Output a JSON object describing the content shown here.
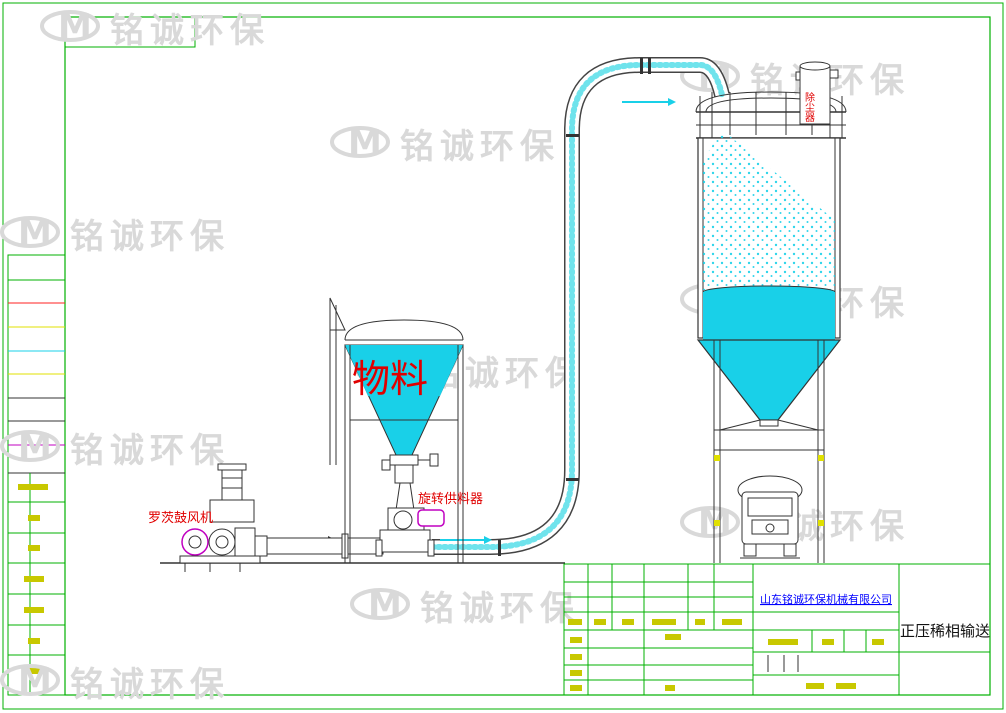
{
  "watermark": {
    "text": "铭诚环保",
    "logo_letter": "M"
  },
  "labels": {
    "material": "物料",
    "rotary_feeder": "旋转供料器",
    "roots_blower": "罗茨鼓风机",
    "dust_collector": "除尘器"
  },
  "title_block": {
    "company": "山东铭诚环保机械有限公司",
    "drawing_title": "正压稀相输送"
  },
  "colors": {
    "frame": "#00b000",
    "material": "#19d0e8",
    "steel": "#333333",
    "label_red": "#e00000",
    "company_blue": "#0000ff",
    "pipe": "#6fe3ec",
    "watermark": "#d9d9d9"
  }
}
